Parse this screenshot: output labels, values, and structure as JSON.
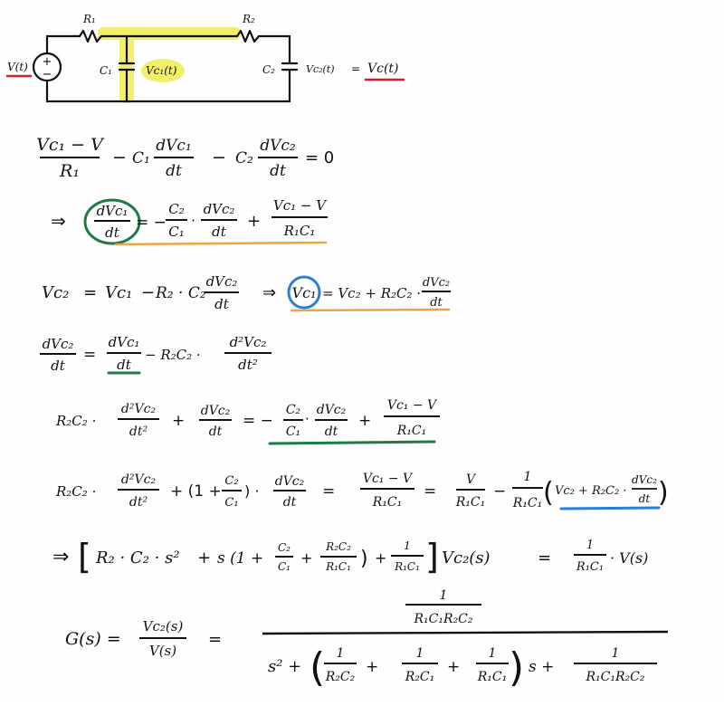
{
  "circuit": {
    "source_label": "V(t)",
    "source_plus": "+",
    "source_minus": "−",
    "r1_label": "R₁",
    "r2_label": "R₂",
    "c1_label": "C₁",
    "c2_label": "C₂",
    "vc1_label": "Vc₁(t)",
    "vc2_label": "Vc₂(t)",
    "equals": "=",
    "vc_label": "Vc(t)"
  },
  "eq1": {
    "num1": "Vc₁ − V",
    "den1": "R₁",
    "minus1": "−",
    "coef1": "C₁",
    "num2": "dVc₁",
    "den2": "dt",
    "minus2": "−",
    "coef2": "C₂",
    "num3": "dVc₂",
    "den3": "dt",
    "rhs": "= 0"
  },
  "eq2": {
    "arrow": "⇒",
    "lhs_num": "dVc₁",
    "lhs_den": "dt",
    "eq_minus": "= −",
    "f1_num": "C₂",
    "f1_den": "C₁",
    "dot": "·",
    "f2_num": "dVc₂",
    "f2_den": "dt",
    "plus": "+",
    "f3_num": "Vc₁ − V",
    "f3_den": "R₁C₁"
  },
  "eq3": {
    "lhs": "Vc₂",
    "eq": "=",
    "term1": "Vc₁",
    "minus": "−",
    "term2": "R₂ · C₂",
    "f_num": "dVc₂",
    "f_den": "dt",
    "arrow": "⇒",
    "circled": "Vc₁",
    "rhs": "= Vc₂ + R₂C₂ ·",
    "r_num": "dVc₂",
    "r_den": "dt"
  },
  "eq4": {
    "lhs_num": "dVc₂",
    "lhs_den": "dt",
    "eq": "=",
    "f1_num": "dVc₁",
    "f1_den": "dt",
    "minus": "− R₂C₂ ·",
    "f2_num": "d²Vc₂",
    "f2_den": "dt²"
  },
  "eq5": {
    "coef": "R₂C₂ ·",
    "f1_num": "d²Vc₂",
    "f1_den": "dt²",
    "plus": "+",
    "f2_num": "dVc₂",
    "f2_den": "dt",
    "eq_minus": "= −",
    "f3_num": "C₂",
    "f3_den": "C₁",
    "dot": "·",
    "f4_num": "dVc₂",
    "f4_den": "dt",
    "plus2": "+",
    "f5_num": "Vc₁ − V",
    "f5_den": "R₁C₁"
  },
  "eq6": {
    "coef": "R₂C₂ ·",
    "f1_num": "d²Vc₂",
    "f1_den": "dt²",
    "plus_paren": "+ (1 +",
    "f2_num": "C₂",
    "f2_den": "C₁",
    "close_dot": ") ·",
    "f3_num": "dVc₂",
    "f3_den": "dt",
    "eq1": "=",
    "f4_num": "Vc₁ − V",
    "f4_den": "R₁C₁",
    "eq2": "=",
    "f5_num": "V",
    "f5_den": "R₁C₁",
    "minus": "−",
    "f6_num": "1",
    "f6_den": "R₁C₁",
    "paren_open": "(",
    "inner": "Vc₂ + R₂C₂ ·",
    "f7_num": "dVc₂",
    "f7_den": "dt",
    "paren_close": ")"
  },
  "eq7": {
    "arrow": "⇒",
    "bracket_open": "[",
    "term1": "R₂ · C₂ · s²",
    "plus1": "+",
    "s_paren": "s (1 +",
    "f1_num": "C₂",
    "f1_den": "C₁",
    "plus2": "+",
    "f2_num": "R₂C₂",
    "f2_den": "R₁C₁",
    "close": ")",
    "plus3": "+",
    "f3_num": "1",
    "f3_den": "R₁C₁",
    "bracket_close": "]",
    "vc2s": "Vc₂(s)",
    "eq": "=",
    "r_num": "1",
    "r_den": "R₁C₁",
    "vs": "· V(s)"
  },
  "eq8": {
    "lhs": "G(s) =",
    "f_num": "Vc₂(s)",
    "f_den": "V(s)",
    "eq": "=",
    "big_num_num": "1",
    "big_num_den": "R₁C₁R₂C₂",
    "s2plus": "s² +",
    "po": "(",
    "a_num": "1",
    "a_den": "R₂C₂",
    "p1": "+",
    "b_num": "1",
    "b_den": "R₂C₁",
    "p2": "+",
    "c_num": "1",
    "c_den": "R₁C₁",
    "pc": ")",
    "splus": "s +",
    "d_num": "1",
    "d_den": "R₁C₁R₂C₂"
  },
  "colors": {
    "ink": "#111111",
    "highlight_yellow": "#f2ef6a",
    "red_underline": "#d41f2a",
    "green_mark": "#1f7a46",
    "orange_underline": "#f0a43c",
    "blue_mark": "#2a7fd4"
  }
}
